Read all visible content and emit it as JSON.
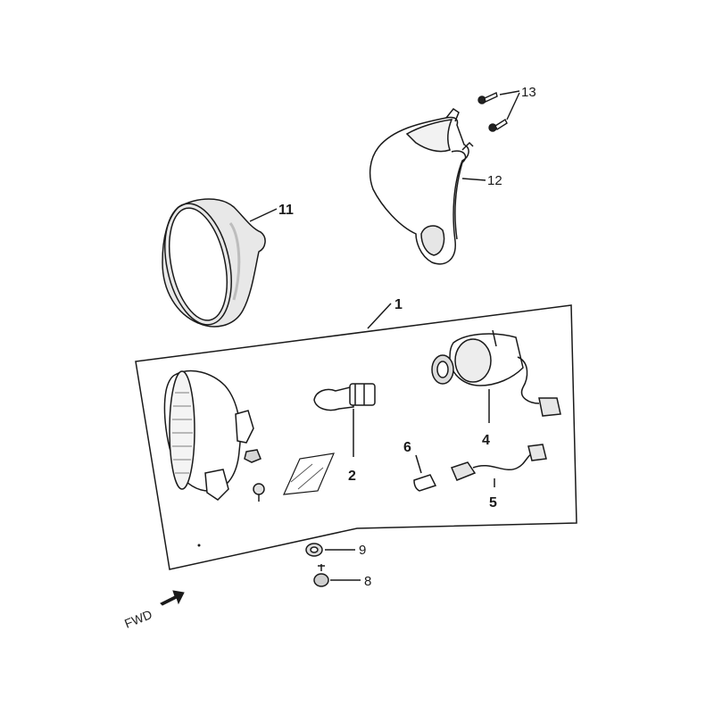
{
  "diagram": {
    "callouts": {
      "c1": "1",
      "c2": "2",
      "c4": "4",
      "c5": "5",
      "c6": "6",
      "c8": "8",
      "c9": "9",
      "c11": "11",
      "c12": "12",
      "c13": "13"
    },
    "direction_label": "FWD",
    "colors": {
      "line": "#1a1a1a",
      "fill": "#ffffff",
      "shade": "#d9d9d9"
    }
  }
}
